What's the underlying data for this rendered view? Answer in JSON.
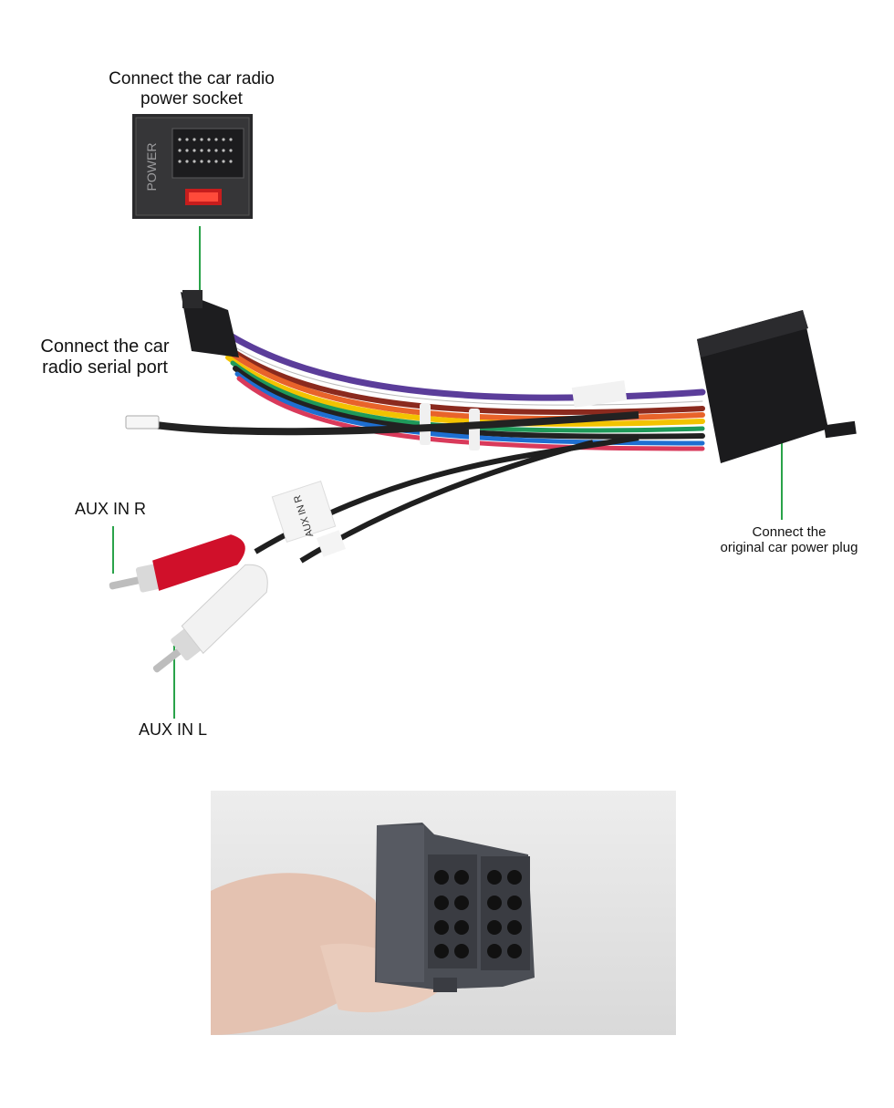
{
  "labels": {
    "power_socket": "Connect the car radio\npower socket",
    "serial_port": "Connect the car\nradio  serial port",
    "aux_in_r": "AUX IN R",
    "aux_in_l": "AUX IN L",
    "power_plug": "Connect the\noriginal car power plug"
  },
  "photo_text": {
    "socket_marking": "POWER",
    "tag_aux": "AUX IN R"
  },
  "colors": {
    "leader_line": "#2aa34a",
    "rca_red": "#d0102a",
    "rca_white": "#f2f2f2",
    "connector_black": "#1b1b1d",
    "iso_grey": "#4a4d55"
  }
}
